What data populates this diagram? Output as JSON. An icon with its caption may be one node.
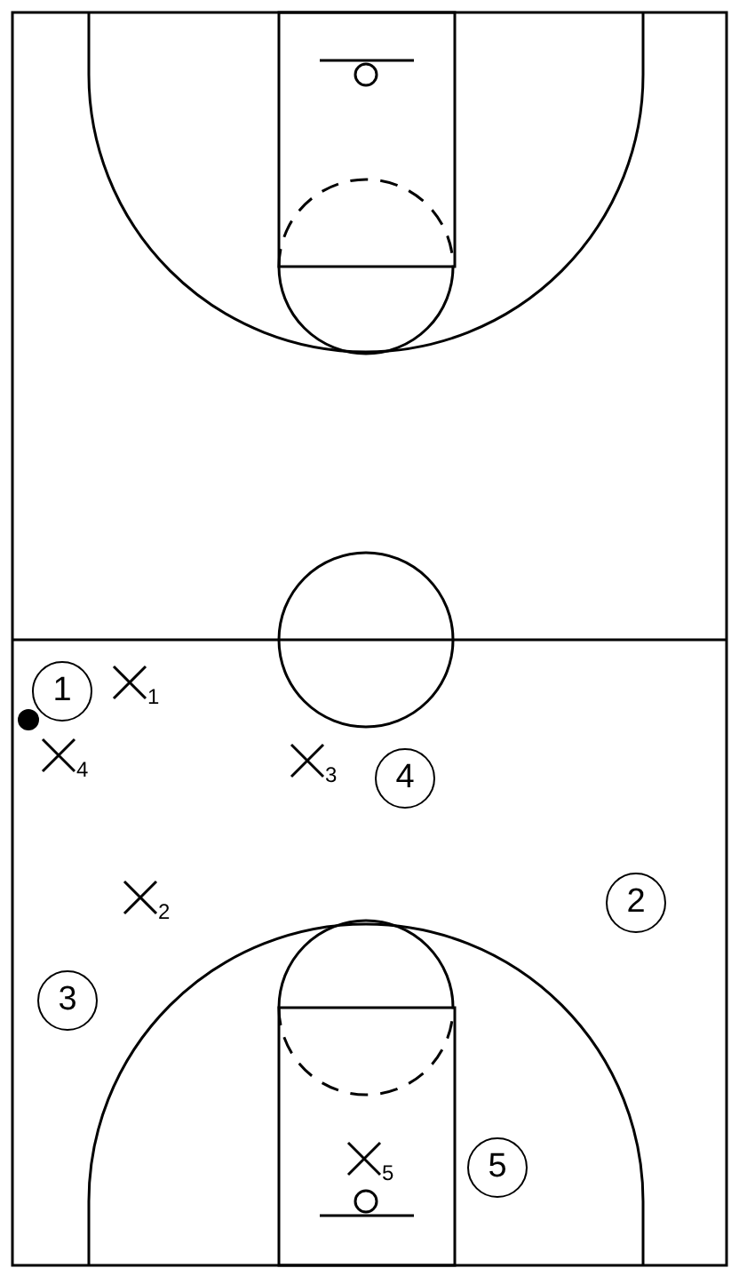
{
  "diagram": {
    "nodes": [
      {
        "text": [
          "1"
        ]
      },
      {
        "text": [
          "4"
        ]
      },
      {
        "text": [
          "2"
        ]
      },
      {
        "text": [
          "3"
        ]
      },
      {
        "text": [
          "5"
        ]
      }
    ],
    "labels": [
      "1",
      "4",
      "3",
      "2",
      "5"
    ]
  }
}
